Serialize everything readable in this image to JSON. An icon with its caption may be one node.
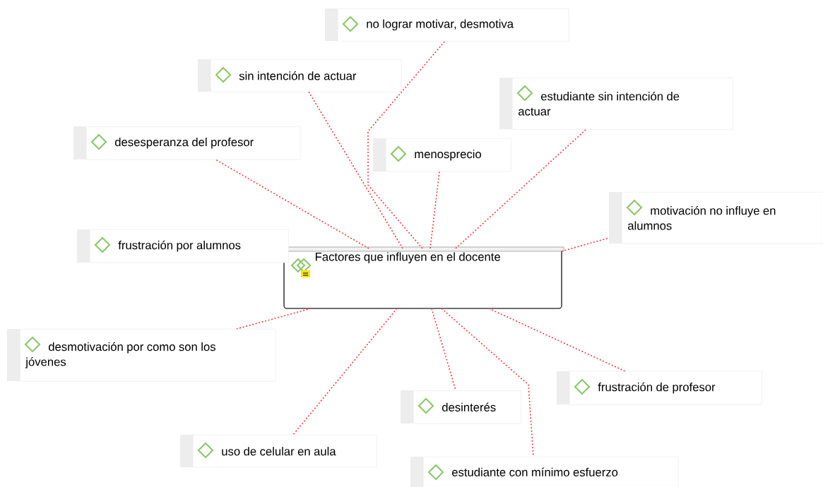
{
  "diagram": {
    "nodes": [
      {
        "text": [
          "Factores que influyen en el docente"
        ]
      },
      {
        "text": [
          "no lograr motivar, desmotiva"
        ]
      },
      {
        "text": [
          "sin intención de actuar"
        ]
      },
      {
        "text": [
          "estudiante sin intención de actuar"
        ]
      },
      {
        "text": [
          "desesperanza del profesor"
        ]
      },
      {
        "text": [
          "menosprecio"
        ]
      },
      {
        "text": [
          "motivación no influye en alumnos"
        ]
      },
      {
        "text": [
          "frustración por alumnos"
        ]
      },
      {
        "text": [
          "desmotivación por como son los jóvenes"
        ]
      },
      {
        "text": [
          "frustración de profesor"
        ]
      },
      {
        "text": [
          "desinterés"
        ]
      },
      {
        "text": [
          "uso de celular en aula"
        ]
      },
      {
        "text": [
          "estudiante con mínimo esfuerzo"
        ]
      }
    ],
    "edges": [
      {
        "from": 0,
        "to": 1,
        "arrow": "none"
      },
      {
        "from": 0,
        "to": 2,
        "arrow": "none"
      },
      {
        "from": 0,
        "to": 3,
        "arrow": "none"
      },
      {
        "from": 0,
        "to": 4,
        "arrow": "none"
      },
      {
        "from": 0,
        "to": 5,
        "arrow": "none"
      },
      {
        "from": 0,
        "to": 6,
        "arrow": "none"
      },
      {
        "from": 0,
        "to": 8,
        "arrow": "none"
      },
      {
        "from": 0,
        "to": 9,
        "arrow": "none"
      },
      {
        "from": 0,
        "to": 10,
        "arrow": "none"
      },
      {
        "from": 0,
        "to": 11,
        "arrow": "none"
      },
      {
        "from": 0,
        "to": 12,
        "arrow": "none"
      }
    ]
  }
}
